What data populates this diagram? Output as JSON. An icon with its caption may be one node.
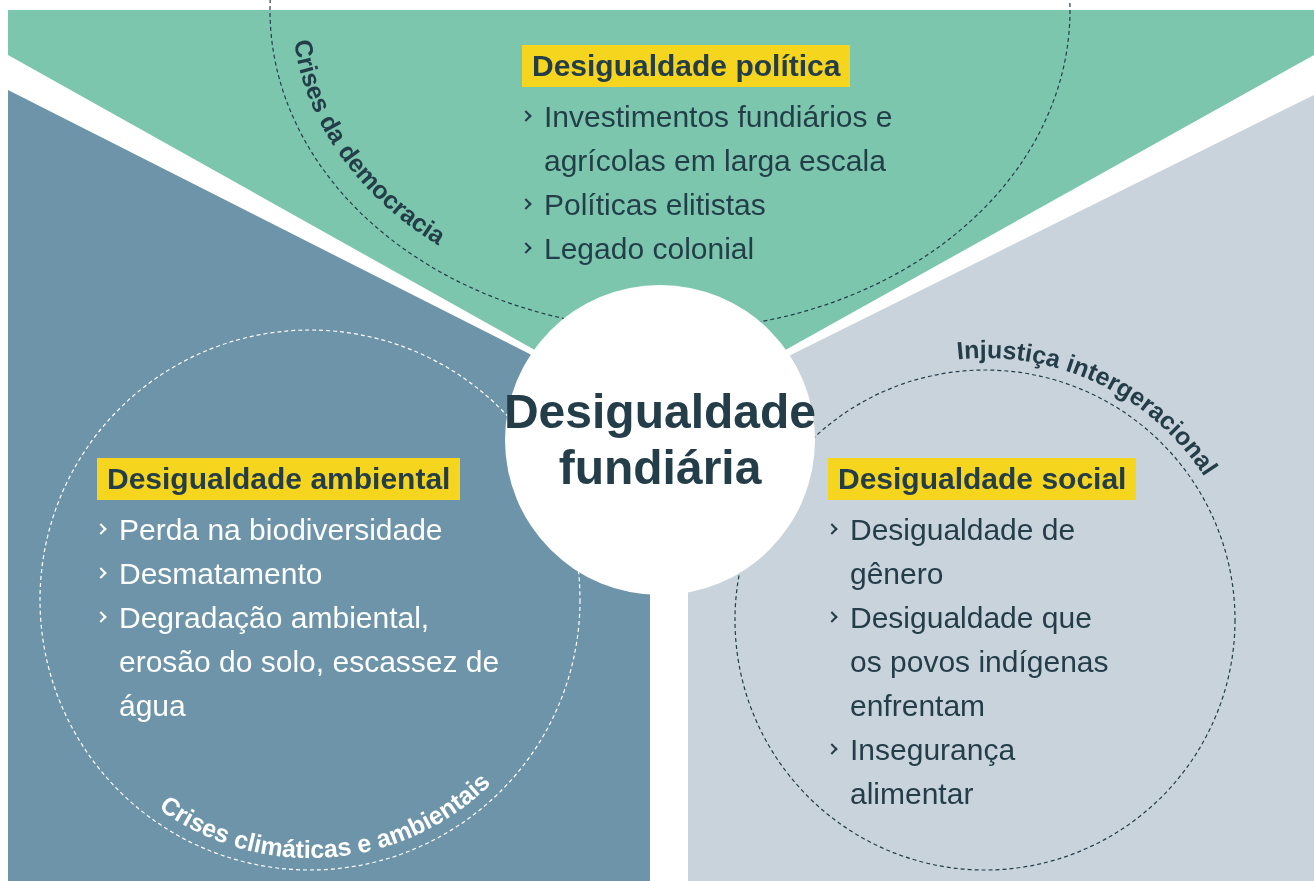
{
  "diagram": {
    "nodes": [
      {
        "text": [
          "Desigualdade fundiária"
        ]
      },
      {
        "text": [
          "Desigualdade política",
          "Crises da democracia",
          "Investimentos fundiários e agrícolas em larga escala",
          "Políticas elitistas",
          "Legado colonial"
        ]
      },
      {
        "text": [
          "Desigualdade ambiental",
          "Crises climáticas e ambientais",
          "Perda na biodiversidade",
          "Desmatamento",
          "Degradação ambiental, erosão do solo, escassez de água"
        ]
      },
      {
        "text": [
          "Desigualdade social",
          "Injustiça intergeracional",
          "Desigualdade de gênero",
          "Desigualdade que os povos indígenas enfrentam",
          "Insegurança alimentar"
        ]
      }
    ]
  }
}
